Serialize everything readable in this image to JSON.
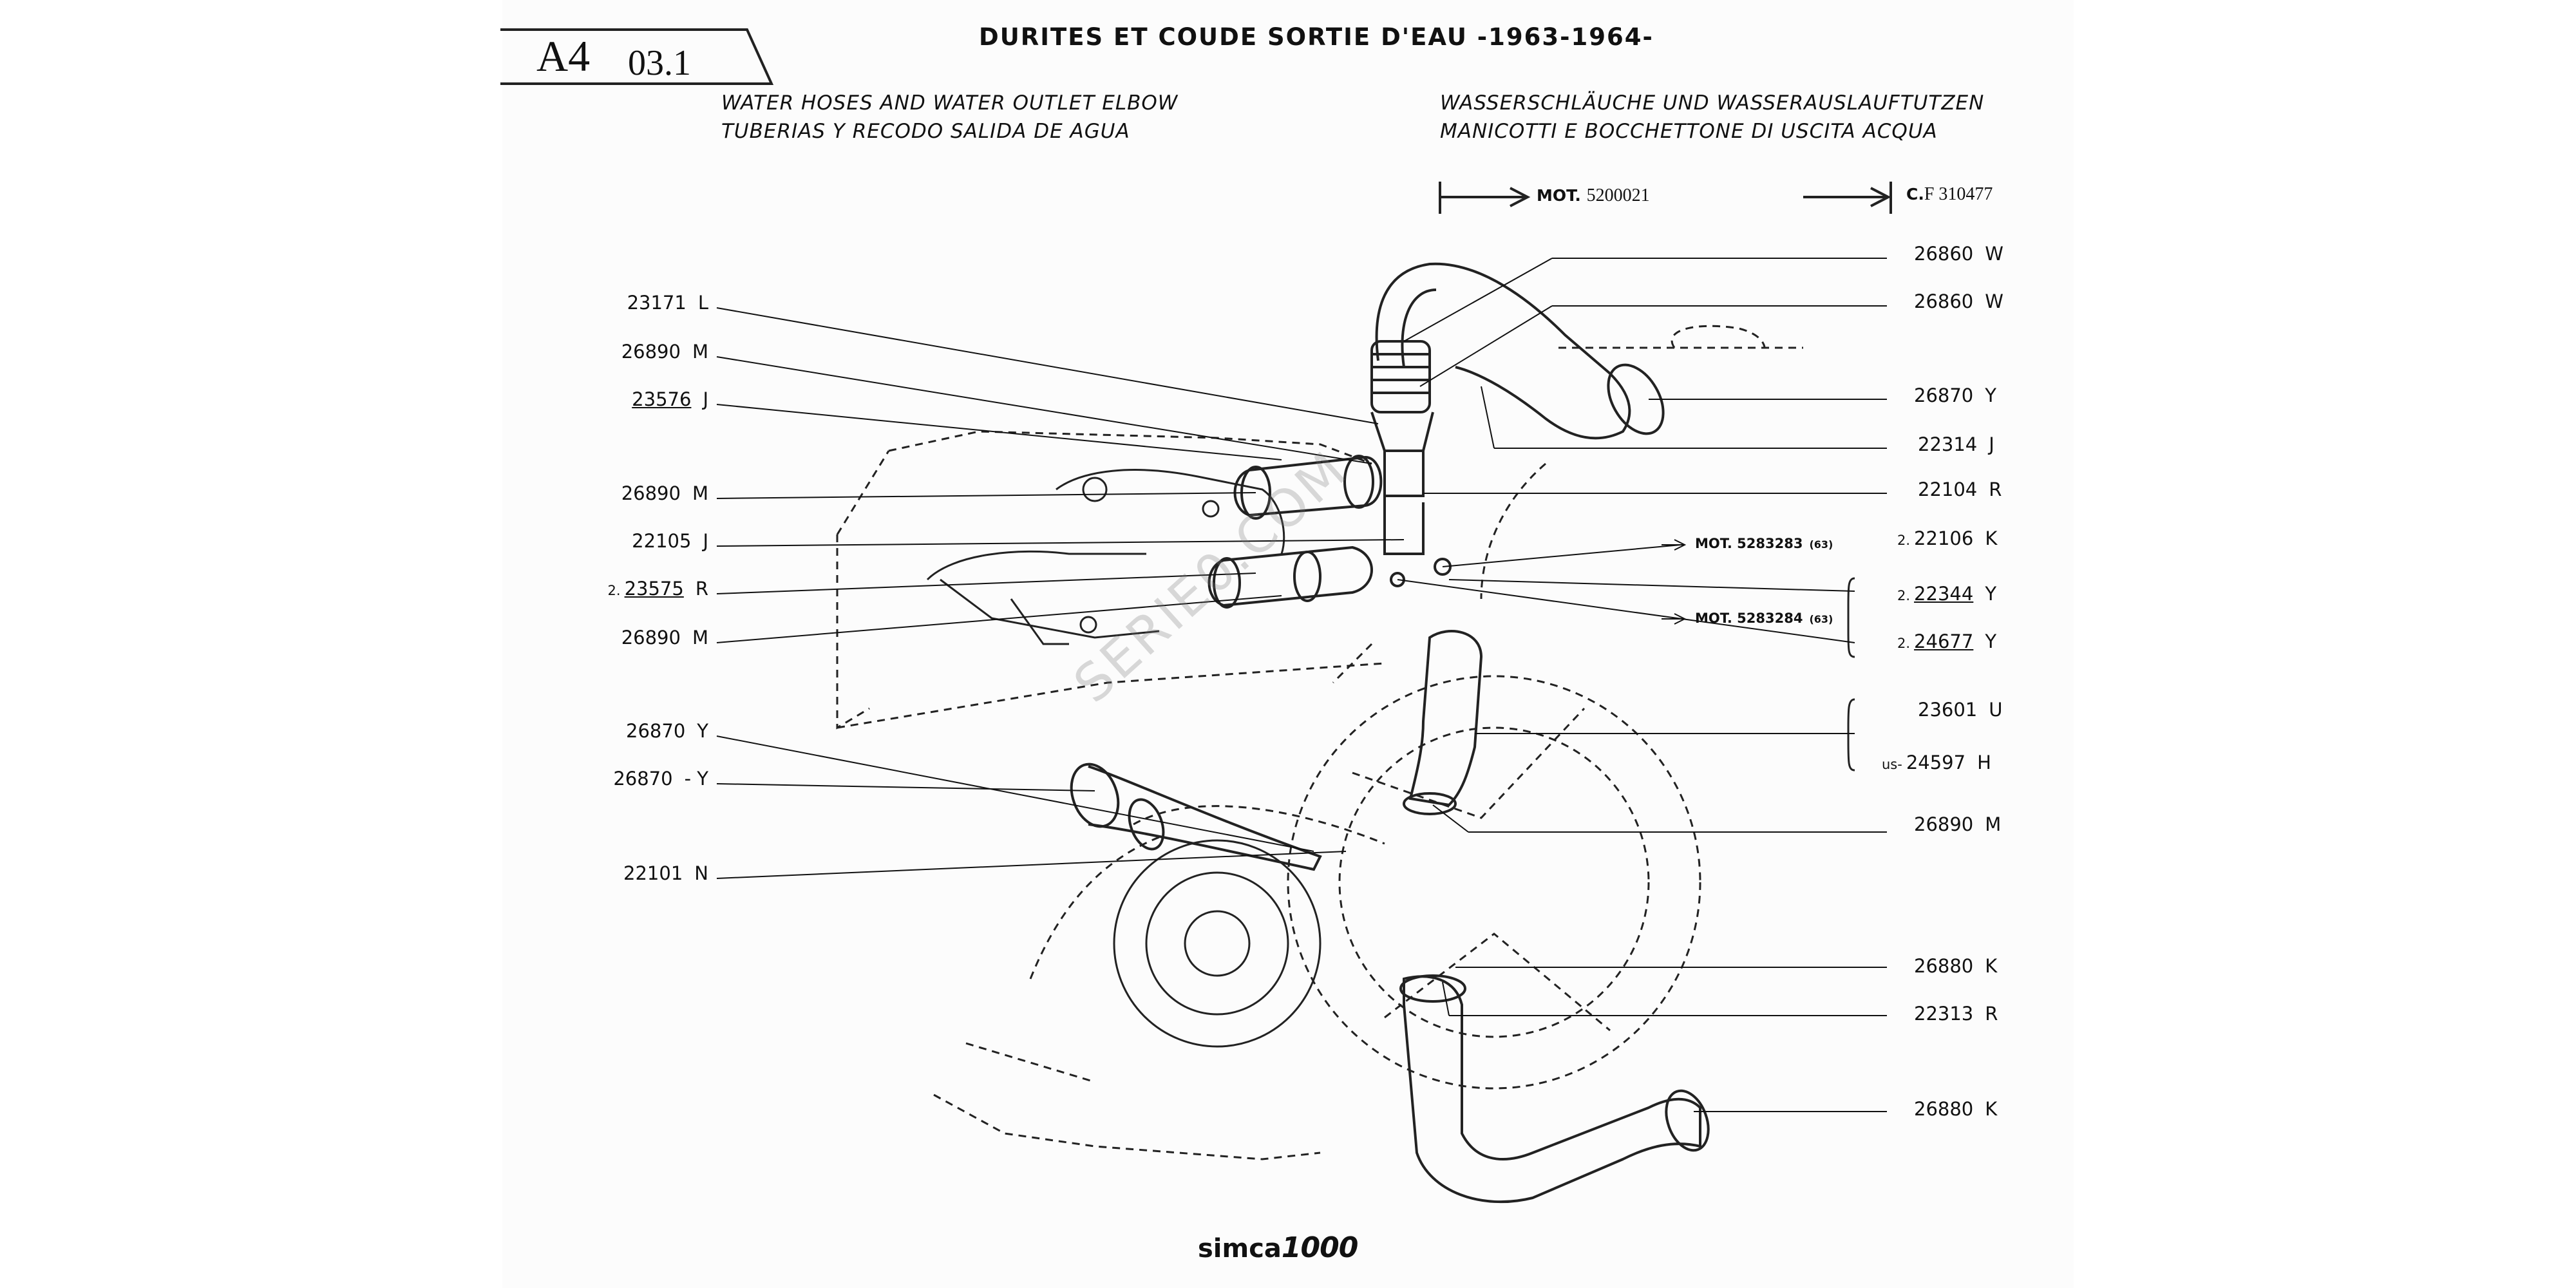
{
  "plate": {
    "code": "A4",
    "number": "03.1"
  },
  "title": "DURITES ET COUDE SORTIE D'EAU -1963-1964-",
  "subtitles": {
    "en": "WATER HOSES AND WATER OUTLET ELBOW",
    "es": "TUBERIAS Y RECODO SALIDA DE AGUA",
    "de": "WASSERSCHLÄUCHE UND WASSERAUSLAUFTUTZEN",
    "it": "MANICOTTI E BOCCHETTONE DI USCITA ACQUA"
  },
  "mot": {
    "label": "MOT.",
    "number": "5200021"
  },
  "cf": {
    "label": "C.",
    "number": "F 310477"
  },
  "left_labels": [
    {
      "number": "23171",
      "code": "L"
    },
    {
      "number": "26890",
      "code": "M"
    },
    {
      "number": "23576",
      "code": "J"
    },
    {
      "number": "26890",
      "code": "M"
    },
    {
      "number": "22105",
      "code": "J"
    },
    {
      "prefix": "2.",
      "number": "23575",
      "code": "R"
    },
    {
      "number": "26890",
      "code": "M"
    },
    {
      "number": "26870",
      "code": "Y"
    },
    {
      "number": "26870",
      "code": "- Y"
    },
    {
      "number": "22101",
      "code": "N"
    }
  ],
  "right_labels": [
    {
      "number": "26860",
      "code": "W"
    },
    {
      "number": "26860",
      "code": "W"
    },
    {
      "number": "26870",
      "code": "Y"
    },
    {
      "number": "22314",
      "code": "J"
    },
    {
      "number": "22104",
      "code": "R"
    },
    {
      "prefix": "2.",
      "number": "22106",
      "code": "K"
    },
    {
      "prefix": "2.",
      "number": "22344",
      "code": "Y"
    },
    {
      "prefix": "2.",
      "number": "24677",
      "code": "Y"
    },
    {
      "number": "23601",
      "code": "U"
    },
    {
      "prefix": "us-",
      "number": "24597",
      "code": "H"
    },
    {
      "number": "26890",
      "code": "M"
    },
    {
      "number": "26880",
      "code": "K"
    },
    {
      "number": "22313",
      "code": "R"
    },
    {
      "number": "26880",
      "code": "K"
    }
  ],
  "engine_notes": [
    {
      "text": "MOT. 5283283",
      "suffix": "(63)"
    },
    {
      "text": "MOT. 5283284",
      "suffix": "(63)"
    }
  ],
  "logo": {
    "brand": "simca",
    "model": "1000"
  },
  "watermark": "SERIE0.COM"
}
